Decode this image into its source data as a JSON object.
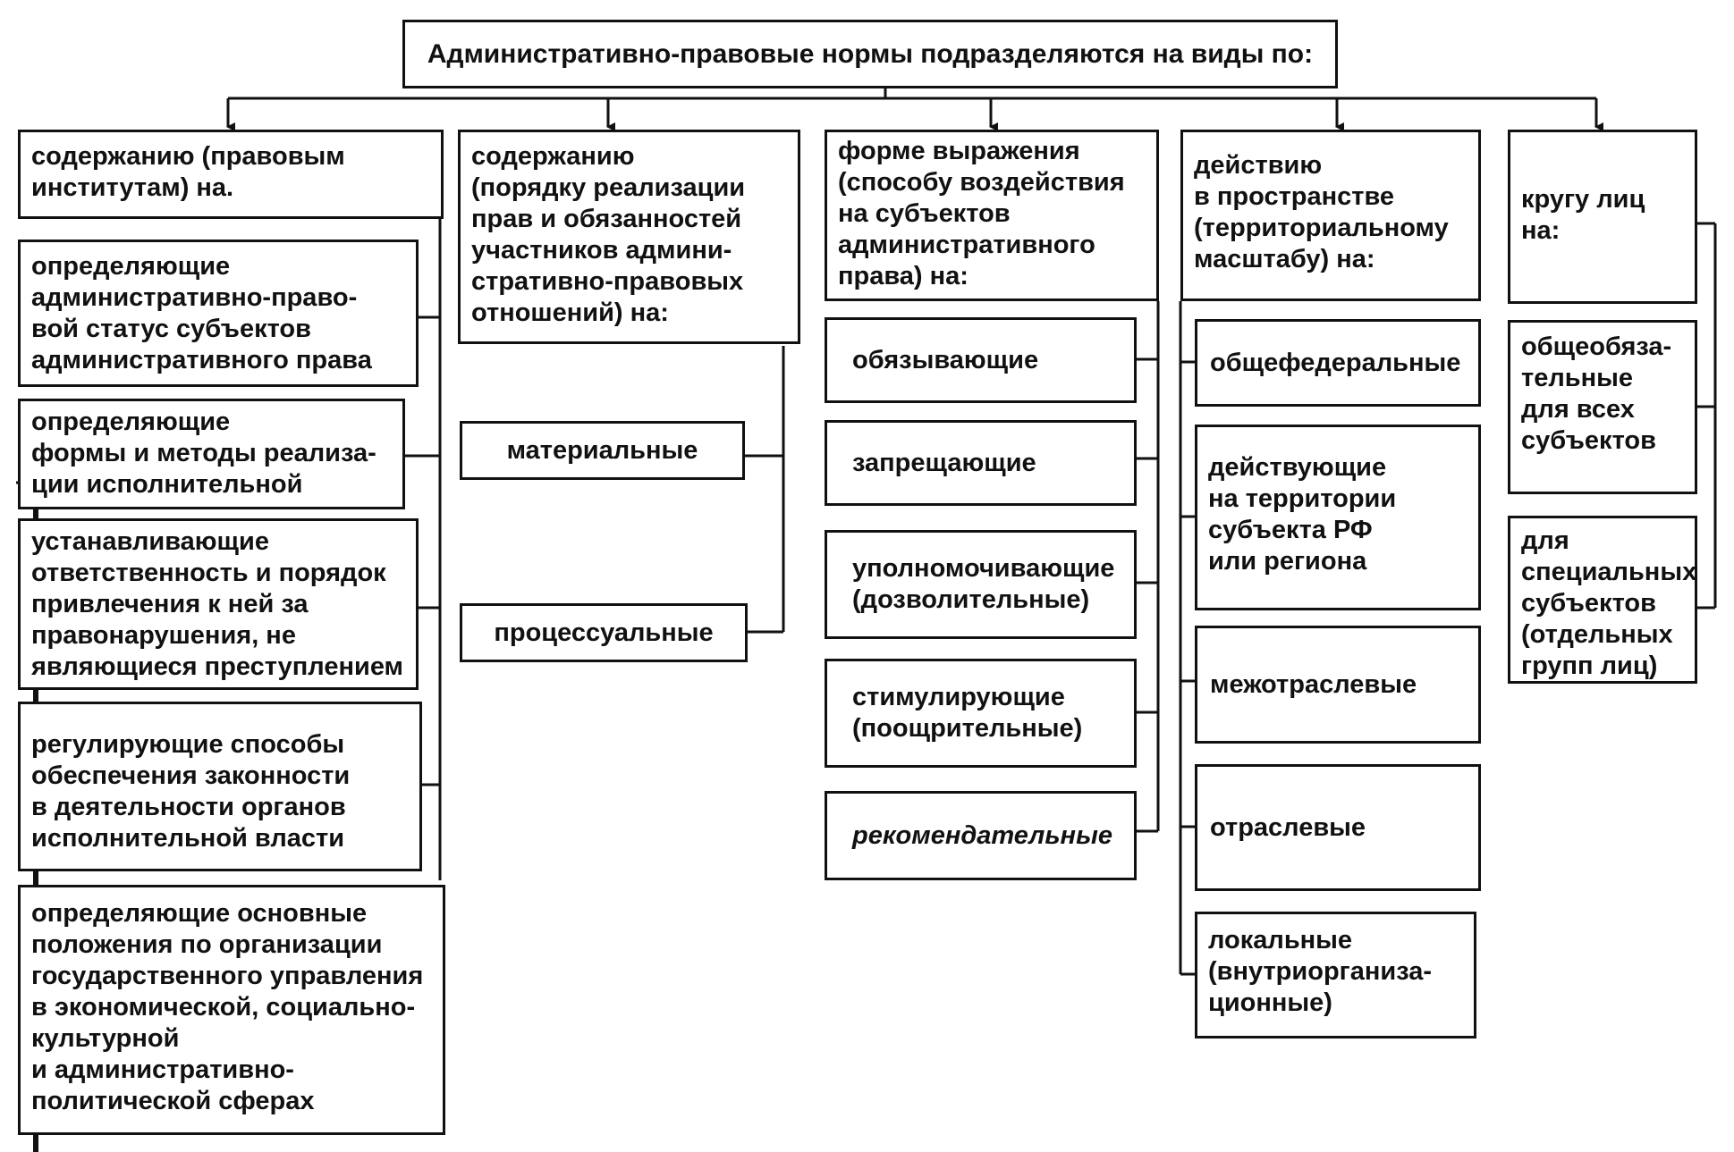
{
  "root": "Административно-правовые нормы подразделяются на виды по:",
  "columns": [
    {
      "header": "содержанию (правовым\nинститутам) на.",
      "items": [
        "определяющие\nадминистративно-право-\nвой статус субъектов\nадминистративного права",
        "определяющие\nформы и методы реализа-\nции исполнительной власти",
        "устанавливающие\nответственность и порядок\nпривлечения к ней за\nправонарушения, не\nявляющиеся преступлением",
        "регулирующие способы\nобеспечения законности\nв деятельности органов\nисполнительной власти",
        "определяющие основные\nположения по организации\nгосударственного управления\nв экономической, социально-\nкультурной\nи административно-\nполитической сферах"
      ]
    },
    {
      "header": "содержанию\n(порядку реализации\nправ и обязанностей\nучастников админи-\nстративно-правовых\nотношений) на:",
      "items": [
        "материальные",
        "процессуальные"
      ]
    },
    {
      "header": "форме выражения\n(способу воздействия\nна субъектов\nадминистративного\nправа) на:",
      "items": [
        "обязывающие",
        "запрещающие",
        "уполномочивающие\n(дозволительные)",
        "стимулирующие\n(поощрительные)",
        "рекомендательные"
      ]
    },
    {
      "header": "действию\nв пространстве\n(территориальному\nмасштабу) на:",
      "items": [
        "общефедеральные",
        "действующие\nна территории\nсубъекта РФ\nили региона",
        "межотраслевые",
        "отраслевые",
        "локальные\n(внутриорганиза-\nционные)"
      ]
    },
    {
      "header": "кругу лиц\nна:",
      "items": [
        "общеобяза-\nтельные\nдля всех\nсубъектов",
        "для\nспециальных\nсубъектов\n(отдельных\nгрупп лиц)"
      ]
    }
  ]
}
